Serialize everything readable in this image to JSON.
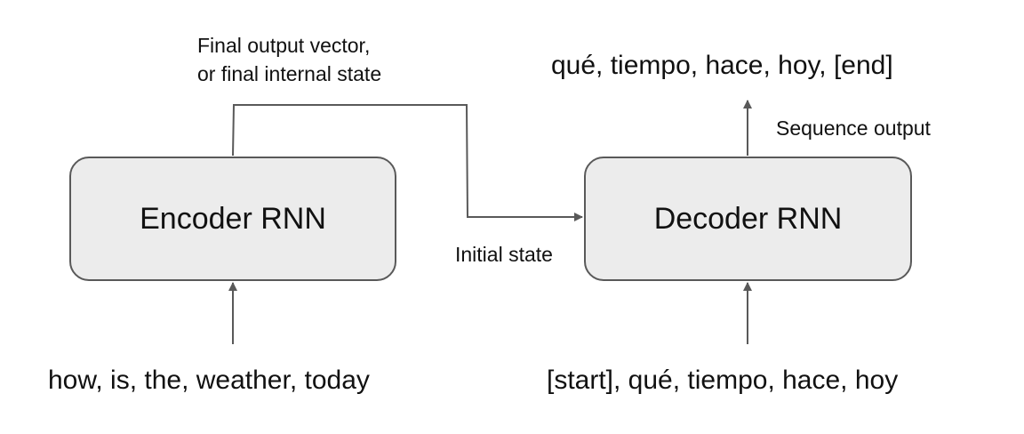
{
  "encoder": {
    "label": "Encoder RNN",
    "input": "how, is, the, weather, today"
  },
  "decoder": {
    "label": "Decoder RNN",
    "input": "[start], qué, tiempo, hace, hoy",
    "output": "qué, tiempo, hace, hoy, [end]"
  },
  "edges": {
    "final_state_line1": "Final output vector,",
    "final_state_line2": "or final internal state",
    "initial_state": "Initial state",
    "sequence_output": "Sequence output"
  },
  "colors": {
    "box_fill": "#ececec",
    "box_stroke": "#595959",
    "line": "#595959",
    "text": "#111111"
  }
}
